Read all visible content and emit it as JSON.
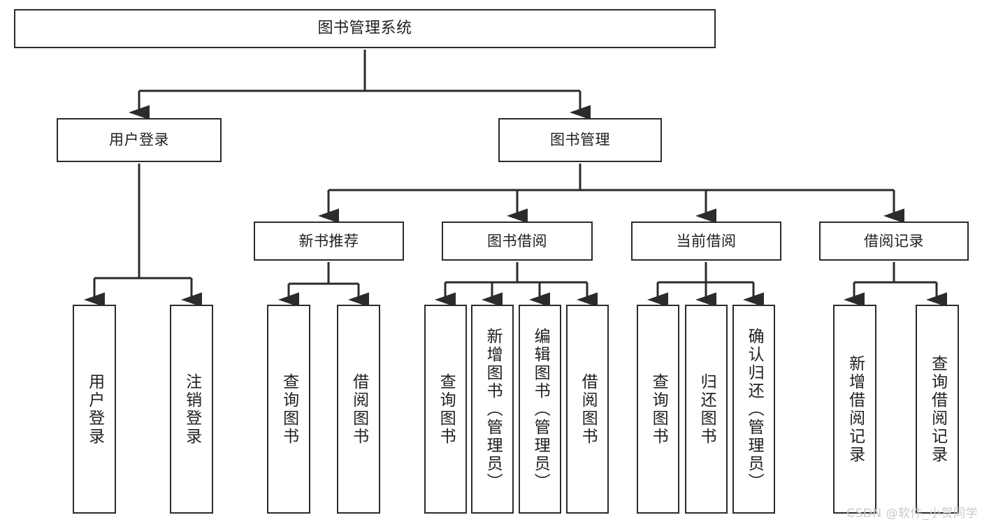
{
  "diagram": {
    "title": "图书管理系统",
    "type": "tree-hierarchy",
    "root": {
      "label": "图书管理系统"
    },
    "level2": [
      {
        "label": "用户登录"
      },
      {
        "label": "图书管理"
      }
    ],
    "level3": [
      {
        "label": "新书推荐"
      },
      {
        "label": "图书借阅"
      },
      {
        "label": "当前借阅"
      },
      {
        "label": "借阅记录"
      }
    ],
    "leaves": {
      "user_login": [
        {
          "label": "用户登录"
        },
        {
          "label": "注销登录"
        }
      ],
      "new_book_recommend": [
        {
          "label": "查询图书"
        },
        {
          "label": "借阅图书"
        }
      ],
      "book_borrow": [
        {
          "label": "查询图书"
        },
        {
          "label": "新增图书（管理员）"
        },
        {
          "label": "编辑图书（管理员）"
        },
        {
          "label": "借阅图书"
        }
      ],
      "current_borrow": [
        {
          "label": "查询图书"
        },
        {
          "label": "归还图书"
        },
        {
          "label": "确认归还（管理员）"
        }
      ],
      "borrow_record": [
        {
          "label": "新增借阅记录"
        },
        {
          "label": "查询借阅记录"
        }
      ]
    }
  },
  "watermark": {
    "text": "CSDN @软件_小贺同学"
  },
  "colors": {
    "border": "#2b2b2b",
    "text": "#1f1f1f",
    "background": "#ffffff",
    "watermark": "#c9c9c9"
  }
}
